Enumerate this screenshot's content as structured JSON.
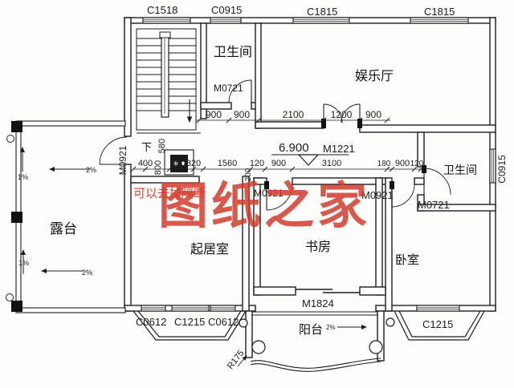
{
  "watermark": {
    "brand": "图纸之家",
    "note": "可以去掉隔断",
    "brand_color": "#d2392b",
    "note_color": "#dd4231"
  },
  "line_color": "#1d1d1d",
  "rooms": {
    "terrace": "露台",
    "bath_top": "卫生间",
    "hall": "娱乐厅",
    "living": "起居室",
    "study": "书房",
    "bedroom": "卧室",
    "bath_right": "卫生间",
    "balcony": "阳台",
    "stair_down": "下"
  },
  "openings": {
    "c1518": "C1518",
    "c0915_top": "C0915",
    "c1815_a": "C1815",
    "c1815_b": "C1815",
    "m0721_top": "M0721",
    "m1221": "M1221",
    "m0921_left": "M0921",
    "m0921_study": "M0921",
    "m0921_bed": "M0921",
    "m0721_right": "M0721",
    "c0915_right": "C0915",
    "c0612_a": "C0612",
    "c1215_left": "C1215",
    "c0612_b": "C0612",
    "c1215_right": "C1215",
    "m1824": "M1824",
    "r175": "R175"
  },
  "levels": {
    "floor": "6.900"
  },
  "dims": {
    "upper": [
      "900",
      "900",
      "2100",
      "1200",
      "900"
    ],
    "mid": [
      "400",
      "800",
      "800",
      "320",
      "1560",
      "120",
      "900",
      "200",
      "3100",
      "180",
      "900",
      "120"
    ],
    "stair": "580",
    "slope_terrace_1": "1%",
    "slope_terrace_2": "2%",
    "slope_terrace_3": "1%",
    "slope_terrace_4": "2%",
    "slope_balcony": "2%"
  }
}
